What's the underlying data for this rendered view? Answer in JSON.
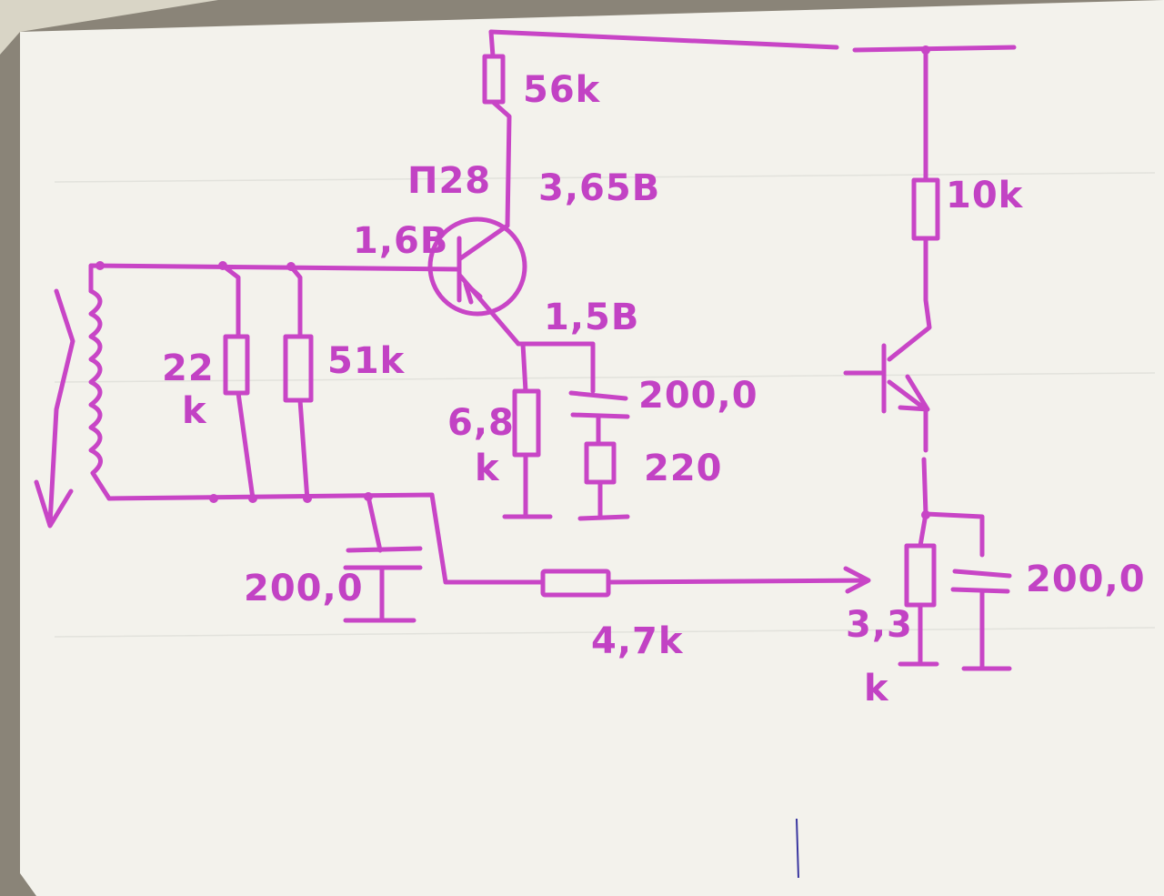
{
  "colors": {
    "ink": "#c845c6",
    "paper": "#f4f3ee",
    "background": "#8a8478"
  },
  "labels": {
    "r_collector": "56k",
    "transistor_type": "П28",
    "v_collector": "3,65В",
    "v_base": "1,6В",
    "v_emitter": "1,5В",
    "r_bias_1a": "22",
    "r_bias_1b": "k",
    "r_bias_2": "51k",
    "r_emitter_a": "6,8",
    "r_emitter_b": "k",
    "c_emitter": "200,0",
    "r_emitter_series": "220",
    "c_input": "200,0",
    "r_coupling": "4,7k",
    "r_load_top": "10k",
    "r_load_emitter_a": "3,3",
    "r_load_emitter_b": "k",
    "c_load": "200,0"
  }
}
